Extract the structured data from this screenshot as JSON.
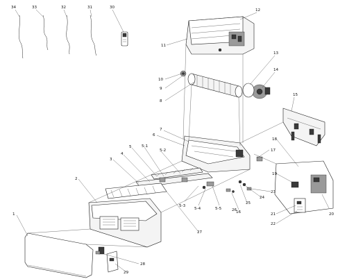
{
  "callouts": [
    "34",
    "33",
    "32",
    "31",
    "30",
    "12",
    "11",
    "10",
    "9",
    "8",
    "13",
    "14",
    "15",
    "7",
    "6",
    "5",
    "5-1",
    "5-2",
    "5-3",
    "5-4",
    "5-5",
    "4",
    "3",
    "2",
    "1",
    "16",
    "17",
    "18",
    "19",
    "20",
    "21",
    "22",
    "23",
    "24",
    "25",
    "26",
    "27",
    "28",
    "29"
  ]
}
